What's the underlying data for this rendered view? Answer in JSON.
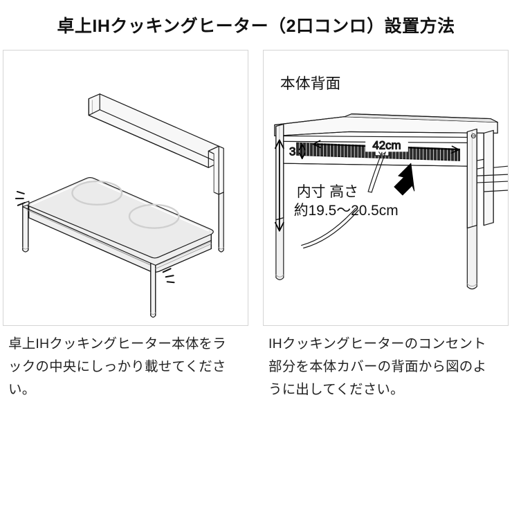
{
  "title": "卓上IHクッキングヒーター（2口コンロ）設置方法",
  "panels": [
    {
      "id": "panel-left",
      "figure_name": "ih-heater-on-rack-illustration",
      "labels": [],
      "caption": "卓上IHクッキングヒーター本体をラックの中央にしっかり載せてください。"
    },
    {
      "id": "panel-right",
      "figure_name": "rack-rear-cable-routing-illustration",
      "labels": [
        {
          "name": "rear-face-label",
          "text": "本体背面"
        },
        {
          "name": "width-dimension-label",
          "text": "42cm"
        },
        {
          "name": "gap-dimension-label",
          "text": "3"
        },
        {
          "name": "inner-height-label-line1",
          "text": "内寸 高さ"
        },
        {
          "name": "inner-height-label-line2",
          "text": "約19.5〜20.5cm"
        }
      ],
      "caption": "IHクッキングヒーターのコンセント部分を本体カバーの背面から図のように出してください。"
    }
  ],
  "colors": {
    "background": "#ffffff",
    "text": "#222222",
    "title": "#111111",
    "panel_border": "#d4d4d4",
    "line": "#1a1a1a",
    "cooktop_fill": "#ebebeb",
    "burner_ring": "#cfcfcf",
    "metal_fill": "#f7f7f7",
    "shade_fill": "#e2e2e2",
    "vent_dark": "#2b2b2b",
    "arrow_black": "#000000"
  }
}
